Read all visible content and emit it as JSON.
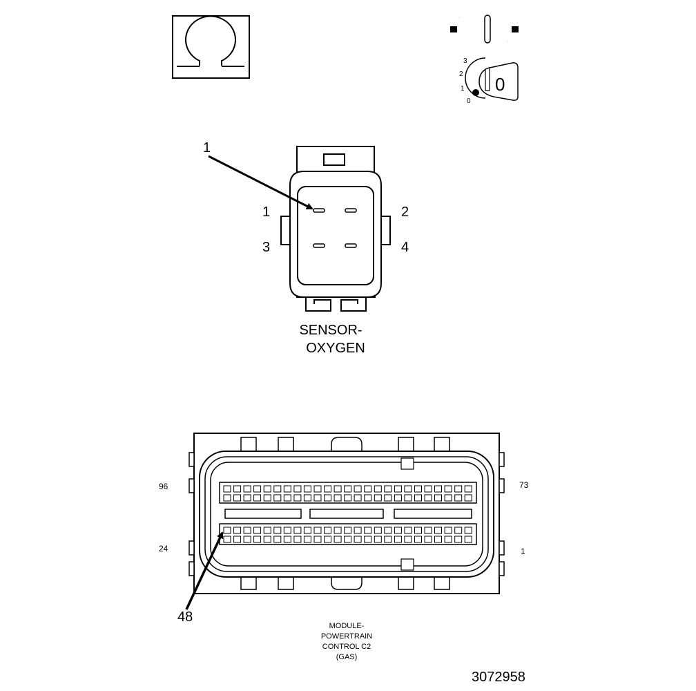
{
  "symbols": {
    "ohm_icon": "omega-resistance-meter-icon",
    "ignition_icon": "ignition-key-switch-icon",
    "ignition_positions": [
      "3",
      "2",
      "1",
      "0"
    ],
    "key_label": "0"
  },
  "oxygen_sensor": {
    "name_line1": "SENSOR-",
    "name_line2": "OXYGEN",
    "pin_labels": [
      "1",
      "2",
      "3",
      "4"
    ],
    "callout": "1"
  },
  "pcm_connector": {
    "name_line1": "MODULE-",
    "name_line2": "POWERTRAIN",
    "name_line3": "CONTROL C2",
    "name_line4": "(GAS)",
    "corner_labels": {
      "top_left": "96",
      "top_right": "73",
      "bottom_left": "24",
      "bottom_right": "1"
    },
    "callout": "48"
  },
  "figure_number": "3072958",
  "colors": {
    "line": "#000000",
    "background": "#ffffff"
  }
}
